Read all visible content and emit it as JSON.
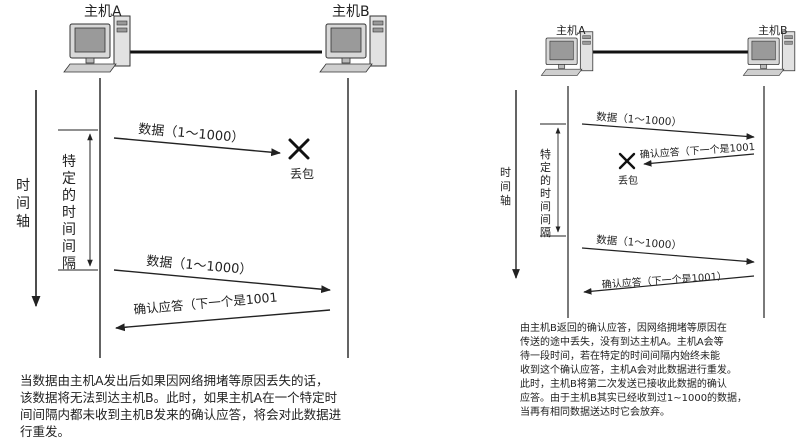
{
  "left_panel": {
    "host_a": "主机A",
    "host_b": "主机B",
    "time_axis": "时间轴",
    "interval_label": "特定的时间间隔",
    "msg_data_1": "数据（1～1000）",
    "lost_label": "丢包",
    "msg_data_2": "数据（1～1000）",
    "msg_ack": "确认应答（下一个是1001",
    "caption": "当数据由主机A发出后如果因网络拥堵等原因丢失的话，\n该数据将无法到达主机B。此时，如果主机A在一个特定时\n间间隔内都未收到主机B发来的确认应答，将会对此数据进\n行重发。"
  },
  "right_panel": {
    "host_a": "主机A",
    "host_b": "主机B",
    "time_axis": "时间轴",
    "interval_label": "特定的时间间隔",
    "msg_data_1": "数据（1～1000）",
    "msg_ack_lost": "确认应答（下一个是1001",
    "lost_label": "丢包",
    "msg_data_2": "数据（1～1000）",
    "msg_ack_2": "确认应答（下一个是1001）",
    "caption": "由主机B返回的确认应答，因网络拥堵等原因在\n传送的途中丢失，没有到达主机A。主机A会等\n待一段时间，若在特定的时间间隔内始终未能\n收到这个确认应答，主机A会对此数据进行重发。\n此时，主机B将第二次发送已接收此数据的确认\n应答。由于主机B其实已经收到过1~1000的数据，\n当再有相同数据送达时它会放弃。"
  },
  "icons": [
    "computer-icon",
    "x-mark-icon"
  ]
}
